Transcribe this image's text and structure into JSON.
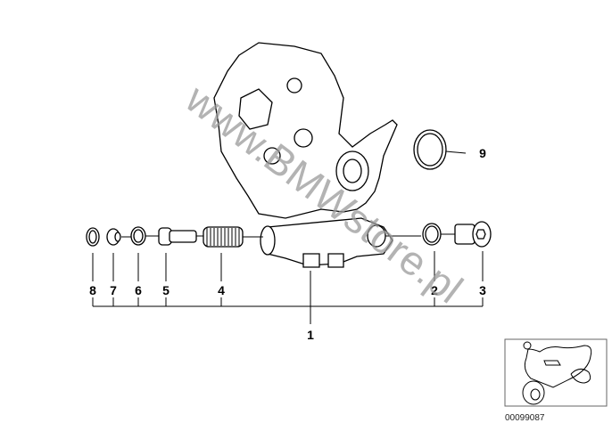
{
  "diagram": {
    "callouts": [
      {
        "id": "1",
        "label": "1"
      },
      {
        "id": "2",
        "label": "2"
      },
      {
        "id": "3",
        "label": "3"
      },
      {
        "id": "4",
        "label": "4"
      },
      {
        "id": "5",
        "label": "5"
      },
      {
        "id": "6",
        "label": "6"
      },
      {
        "id": "7",
        "label": "7"
      },
      {
        "id": "8",
        "label": "8"
      },
      {
        "id": "9",
        "label": "9"
      }
    ],
    "watermark": "www.BMWstore.pl",
    "thumbnail_code": "00099087",
    "colors": {
      "lines": "#000000",
      "watermark": "#999999"
    }
  }
}
